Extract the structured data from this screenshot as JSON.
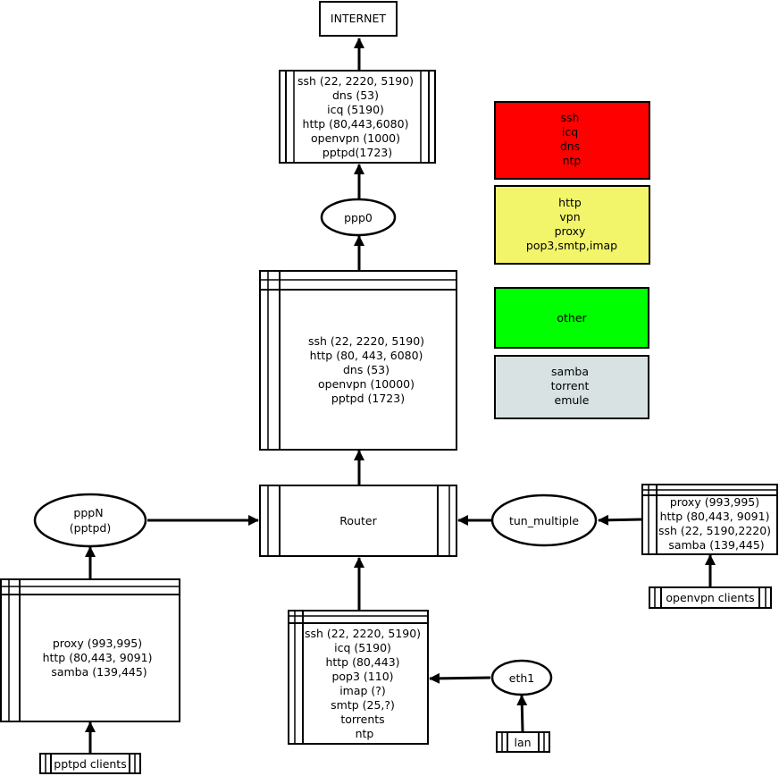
{
  "colors": {
    "critical": "#ff0000",
    "high": "#f2f56a",
    "normal": "#00ff00",
    "bulk": "#d8e2e2",
    "stroke": "#000000",
    "background": "#ffffff"
  },
  "nodes": {
    "internet": {
      "label": "INTERNET"
    },
    "ppp0_rules": {
      "lines": [
        "ssh (22, 2220, 5190)",
        "dns (53)",
        "icq (5190)",
        "http (80,443,6080)",
        "openvpn (1000)",
        "pptpd(1723)"
      ]
    },
    "ppp0": {
      "label": "ppp0"
    },
    "router_out_rules": {
      "lines": [
        "ssh (22, 2220, 5190)",
        "http (80, 443, 6080)",
        "dns (53)",
        "openvpn (10000)",
        "pptpd (1723)"
      ]
    },
    "router": {
      "label": "Router"
    },
    "pppn": {
      "lines": [
        "pppN",
        "(pptpd)"
      ]
    },
    "pptpd_rules": {
      "lines": [
        "proxy (993,995)",
        "http (80,443, 9091)",
        "samba (139,445)"
      ]
    },
    "pptpd_clients": {
      "label": "pptpd clients"
    },
    "tun_multiple": {
      "label": "tun_multiple"
    },
    "openvpn_rules": {
      "lines": [
        "proxy (993,995)",
        "http (80,443, 9091)",
        "ssh (22, 5190,2220)",
        "samba (139,445)"
      ]
    },
    "openvpn_clients": {
      "label": "openvpn clients"
    },
    "eth1_rules": {
      "lines": [
        "ssh (22, 2220, 5190)",
        "icq (5190)",
        "http (80,443)",
        "pop3 (110)",
        "imap (?)",
        "smtp (25,?)",
        "torrents",
        "ntp"
      ]
    },
    "eth1": {
      "label": "eth1"
    },
    "lan": {
      "label": "lan"
    }
  },
  "legend": [
    {
      "lines": [
        "ssh",
        "icq",
        "dns",
        "ntp"
      ],
      "color": "#ff0000"
    },
    {
      "lines": [
        "http",
        "vpn",
        "proxy",
        "pop3,smtp,imap"
      ],
      "color": "#f2f56a"
    },
    {
      "lines": [
        "other"
      ],
      "color": "#00ff00"
    },
    {
      "lines": [
        "samba",
        "torrent",
        "emule"
      ],
      "color": "#d8e2e2"
    }
  ]
}
